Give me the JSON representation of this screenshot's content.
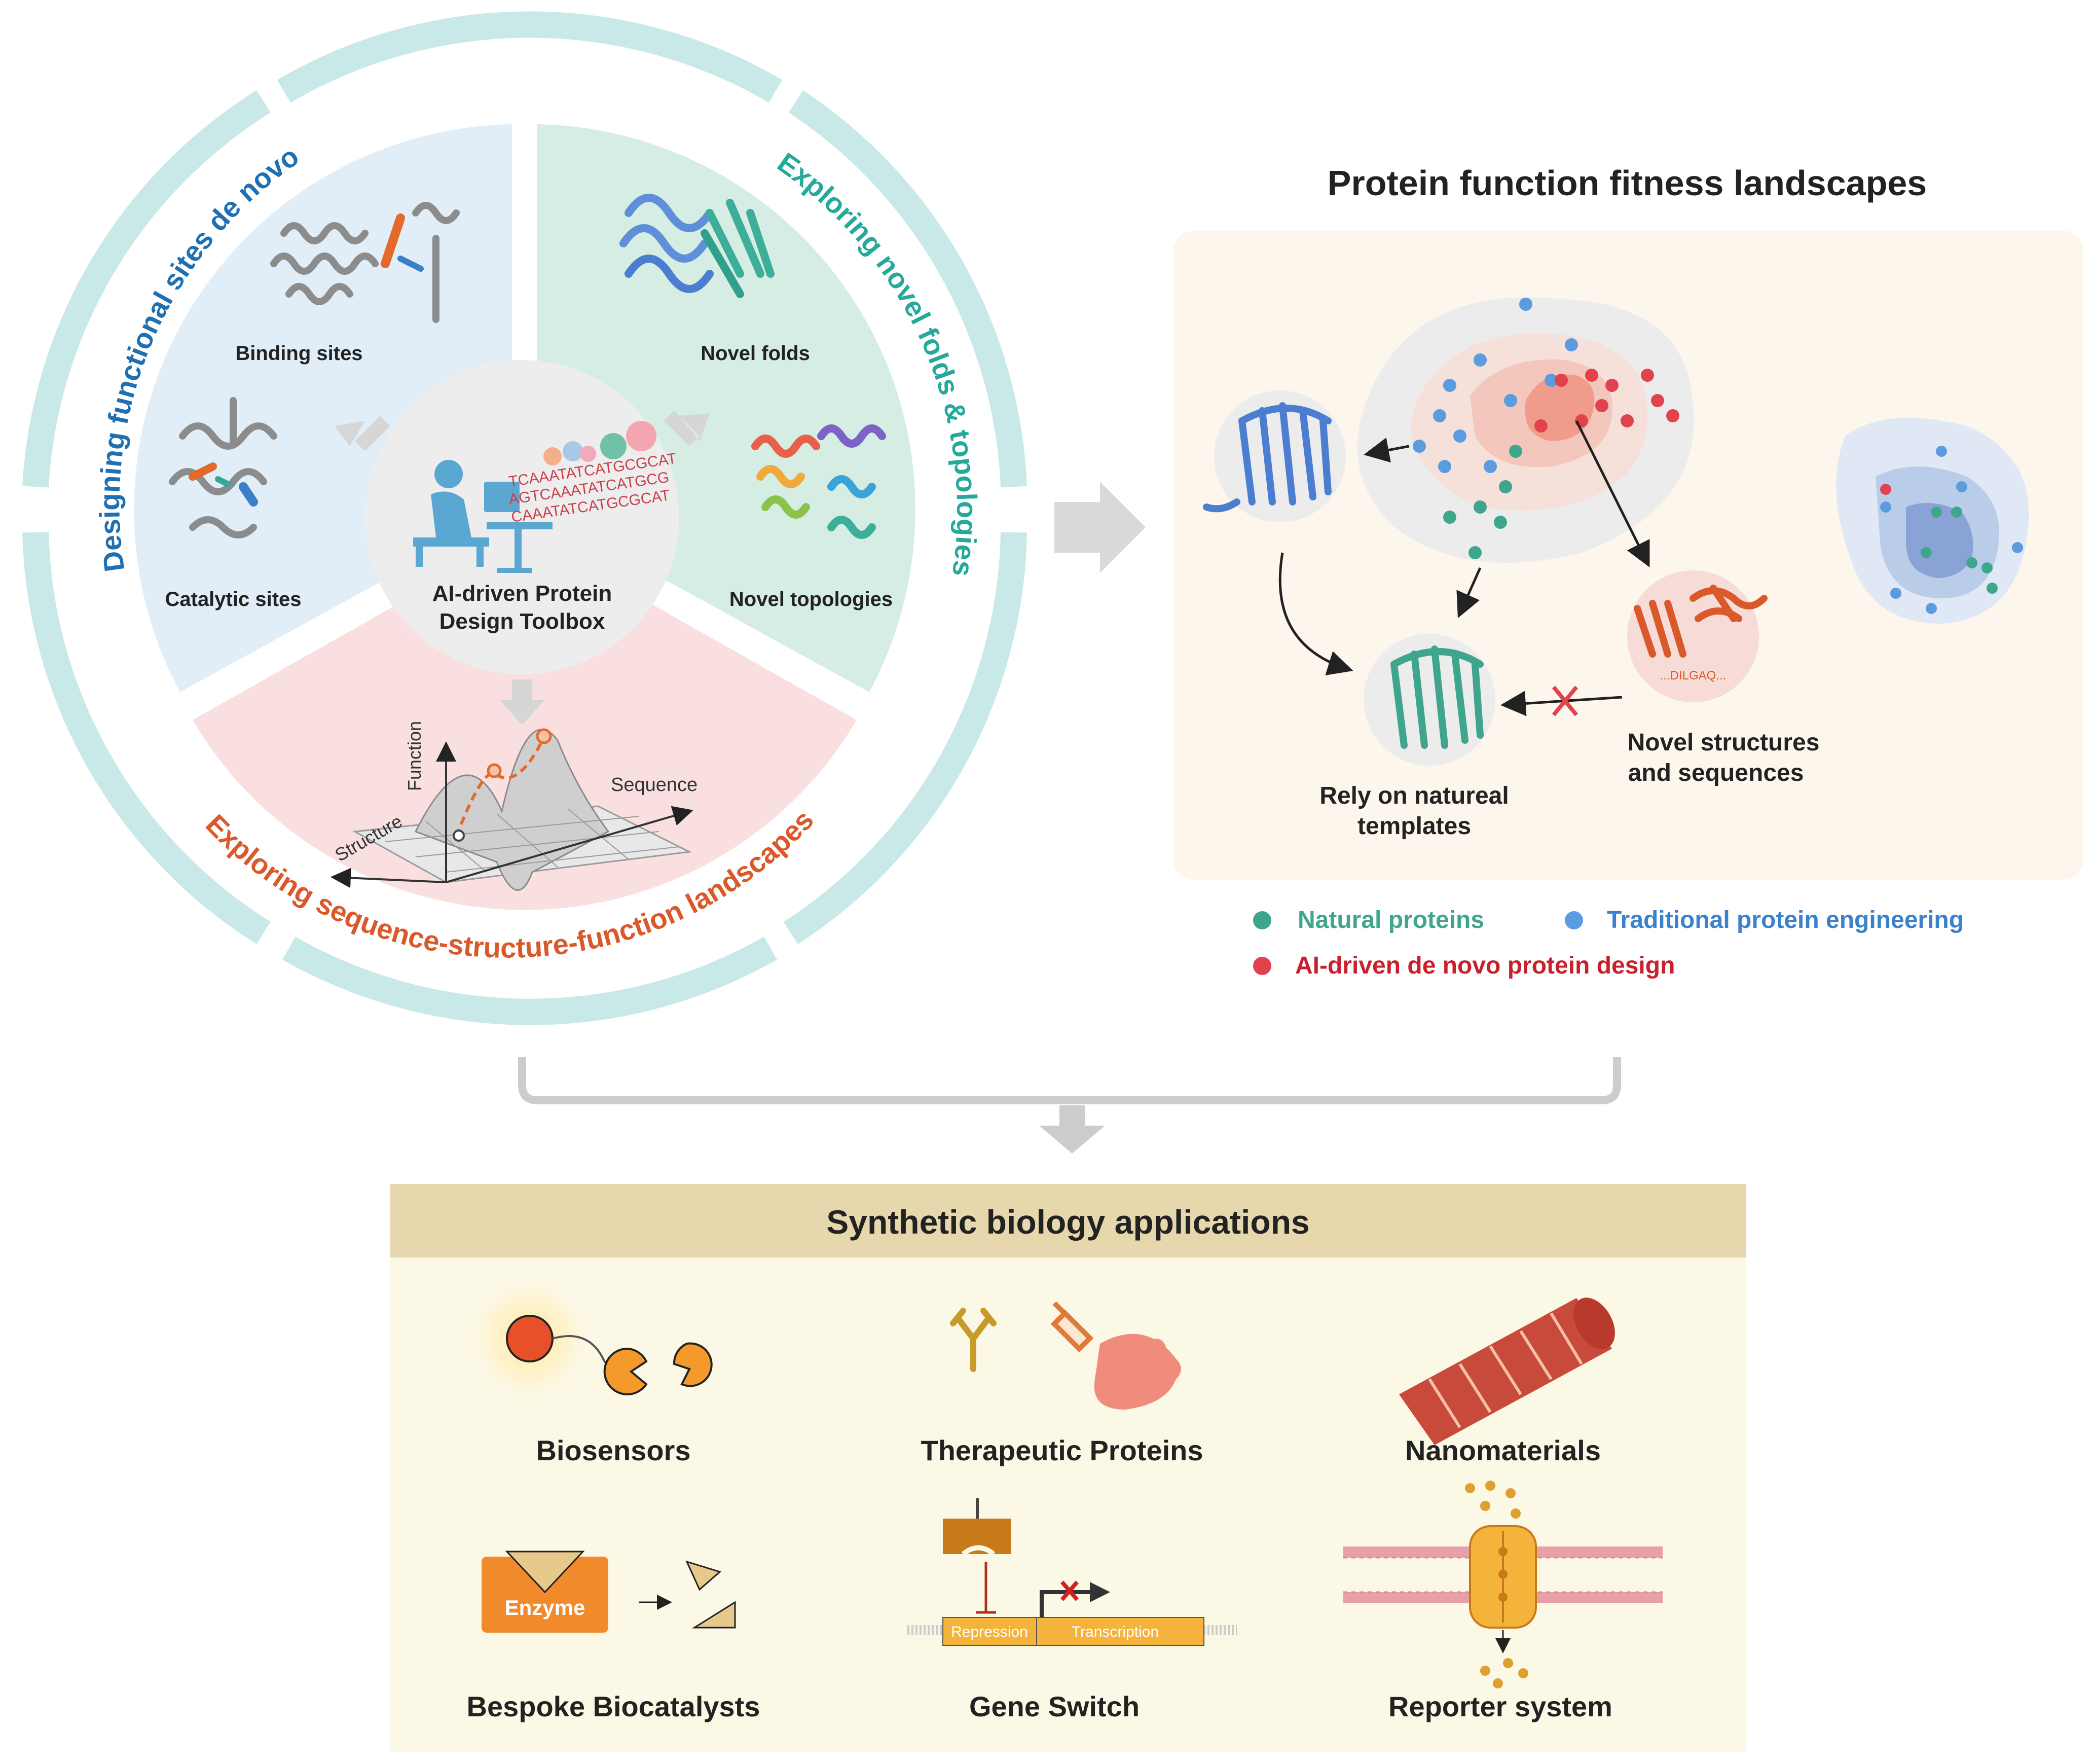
{
  "toolbox": {
    "center_line1": "AI-driven Protein",
    "center_line2": "Design Toolbox",
    "dna_lines": [
      "TCAAATATCATGCGCAT",
      "AGTCAAATATCATGCG",
      "CAAATATCATGCGCAT"
    ],
    "arc_functional": "Designing functional sites de novo",
    "arc_folds": "Exploring novel folds & topologies",
    "arc_landscape": "Exploring sequence-structure-function landscapes",
    "binding_sites": "Binding sites",
    "catalytic_sites": "Catalytic sites",
    "novel_folds": "Novel folds",
    "novel_topologies": "Novel topologies",
    "axis_function": "Function",
    "axis_structure": "Structure",
    "axis_sequence": "Sequence"
  },
  "fitness": {
    "title": "Protein function fitness landscapes",
    "rely_line1": "Rely on natureal",
    "rely_line2": "templates",
    "novel_line1": "Novel structures",
    "novel_line2": "and sequences",
    "seq_fragment": "...DILGAQ..."
  },
  "legend": {
    "natural": "Natural proteins",
    "traditional": "Traditional protein engineering",
    "ai": "AI-driven de novo protein design"
  },
  "applications": {
    "title": "Synthetic biology applications",
    "biosensors": "Biosensors",
    "therapeutic": "Therapeutic Proteins",
    "nanomaterials": "Nanomaterials",
    "biocatalysts": "Bespoke Biocatalysts",
    "gene_switch": "Gene Switch",
    "reporter": "Reporter system",
    "enzyme": "Enzyme",
    "repression": "Repression",
    "transcription": "Transcription"
  },
  "colors": {
    "natural": "#3fa58c",
    "traditional": "#5b9be0",
    "ai": "#e0434e",
    "arc_blue": "#1f6fb3",
    "arc_teal": "#26a99a",
    "arc_orange": "#d9592b",
    "ring": "#c9e8e8",
    "app_header": "#e7d7ad",
    "app_body": "#fbf8e6"
  }
}
